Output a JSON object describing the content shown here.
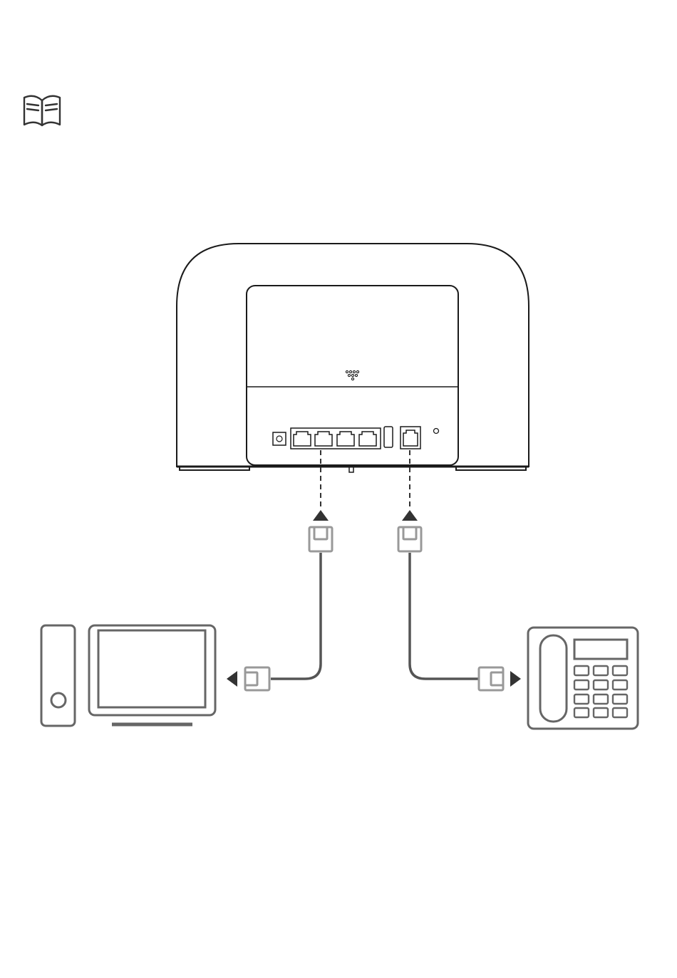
{
  "page": {
    "background": "#ffffff"
  },
  "manual_icon": {
    "icon": "open-book-icon"
  },
  "diagram": {
    "router": {
      "icon": "router-back-icon",
      "lan_port_count": 4,
      "phone_port_count": 1
    },
    "cables": [
      {
        "name": "lan-cable",
        "connects": [
          "router-lan-port",
          "computer"
        ],
        "connector_icon": "rj45-plug-icon"
      },
      {
        "name": "phone-cable",
        "connects": [
          "router-phone-port",
          "telephone"
        ],
        "connector_icon": "rj11-plug-icon"
      }
    ],
    "devices": [
      {
        "name": "computer",
        "icon": "desktop-computer-icon"
      },
      {
        "name": "telephone",
        "icon": "landline-phone-icon"
      }
    ],
    "colors": {
      "outline": "#1a1a1a",
      "cable": "#555555",
      "connector": "#999999",
      "device": "#666666",
      "arrow": "#333333"
    }
  }
}
